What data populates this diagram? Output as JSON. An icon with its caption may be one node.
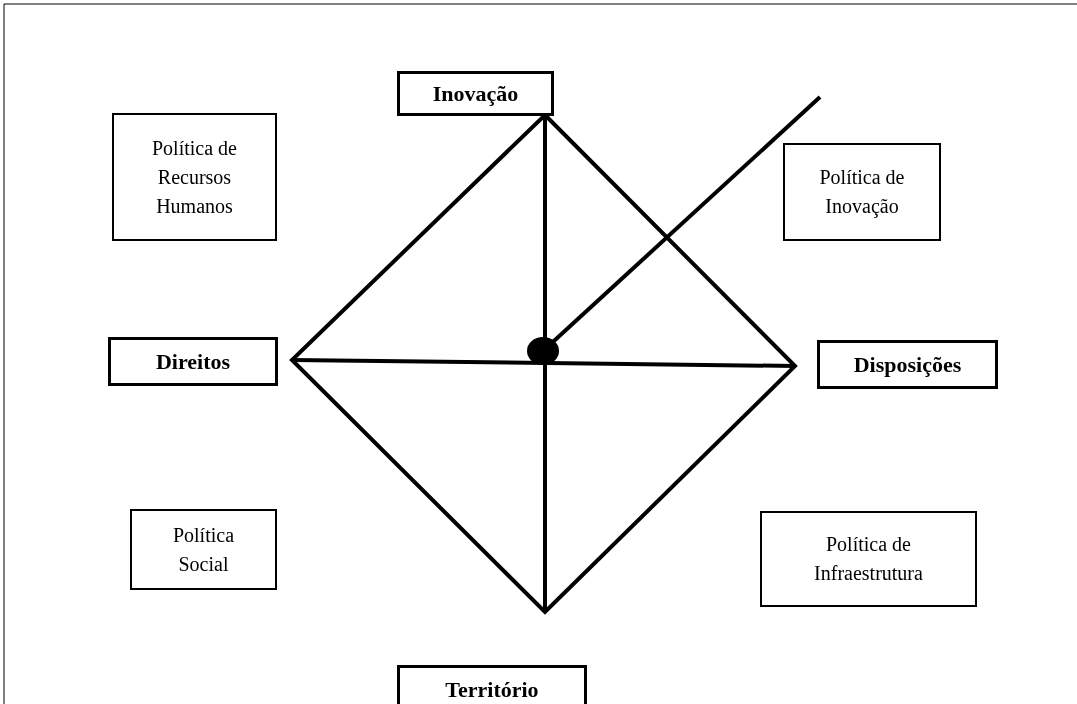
{
  "diagram": {
    "nodes": [
      {
        "text": [
          "Inovação"
        ]
      },
      {
        "text": [
          "Política de Recursos Humanos"
        ]
      },
      {
        "text": [
          "Política de Inovação"
        ]
      },
      {
        "text": [
          "Direitos"
        ]
      },
      {
        "text": [
          "Disposições"
        ]
      },
      {
        "text": [
          "Política Social"
        ]
      },
      {
        "text": [
          "Política de Infraestrutura"
        ]
      },
      {
        "text": [
          "Território"
        ]
      }
    ]
  }
}
